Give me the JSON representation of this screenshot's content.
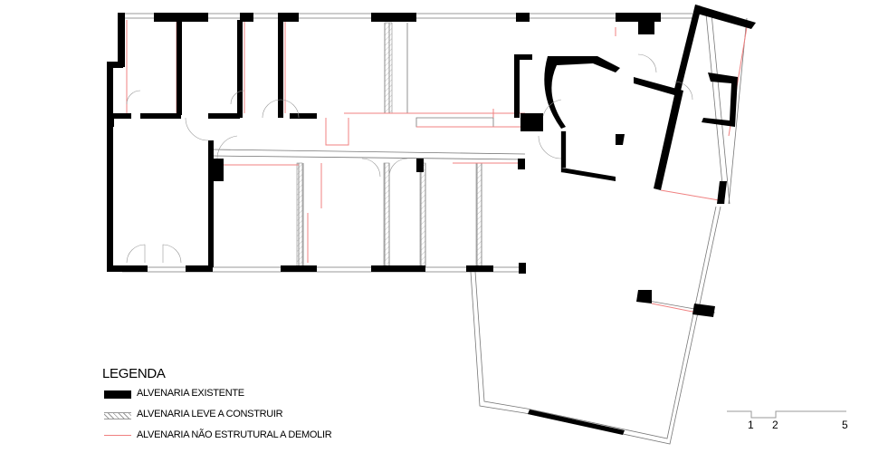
{
  "legend": {
    "title": "LEGENDA",
    "items": [
      {
        "label": "ALVENARIA  EXISTENTE",
        "style": "solid-black",
        "color": "#000000"
      },
      {
        "label": "ALVENARIA LEVE A CONSTRUIR",
        "style": "hatched",
        "color": "#888888"
      },
      {
        "label": "ALVENARIA NÃO ESTRUTURAL A DEMOLIR",
        "style": "red-line",
        "color": "#f08080"
      }
    ]
  },
  "scale_bar": {
    "labels": [
      "1",
      "2",
      "5"
    ]
  },
  "colors": {
    "existing_wall": "#000000",
    "new_wall": "#888888",
    "demolish_wall": "#f08080"
  }
}
